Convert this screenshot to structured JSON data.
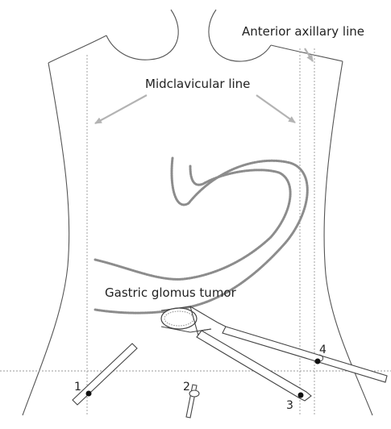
{
  "labels": {
    "anterior_axillary_line": "Anterior axillary line",
    "midclavicular_line": "Midclavicular line",
    "gastric_glomus_tumor": "Gastric glomus tumor"
  },
  "ports": [
    {
      "number": "1"
    },
    {
      "number": "2"
    },
    {
      "number": "3"
    },
    {
      "number": "4"
    }
  ],
  "colors": {
    "outline": "#555555",
    "guide": "#9a9a9a",
    "arrow": "#b3b3b3",
    "stomach": "#8c8c8c",
    "instrument": "#444444",
    "port": "#111111",
    "text": "#222222"
  }
}
